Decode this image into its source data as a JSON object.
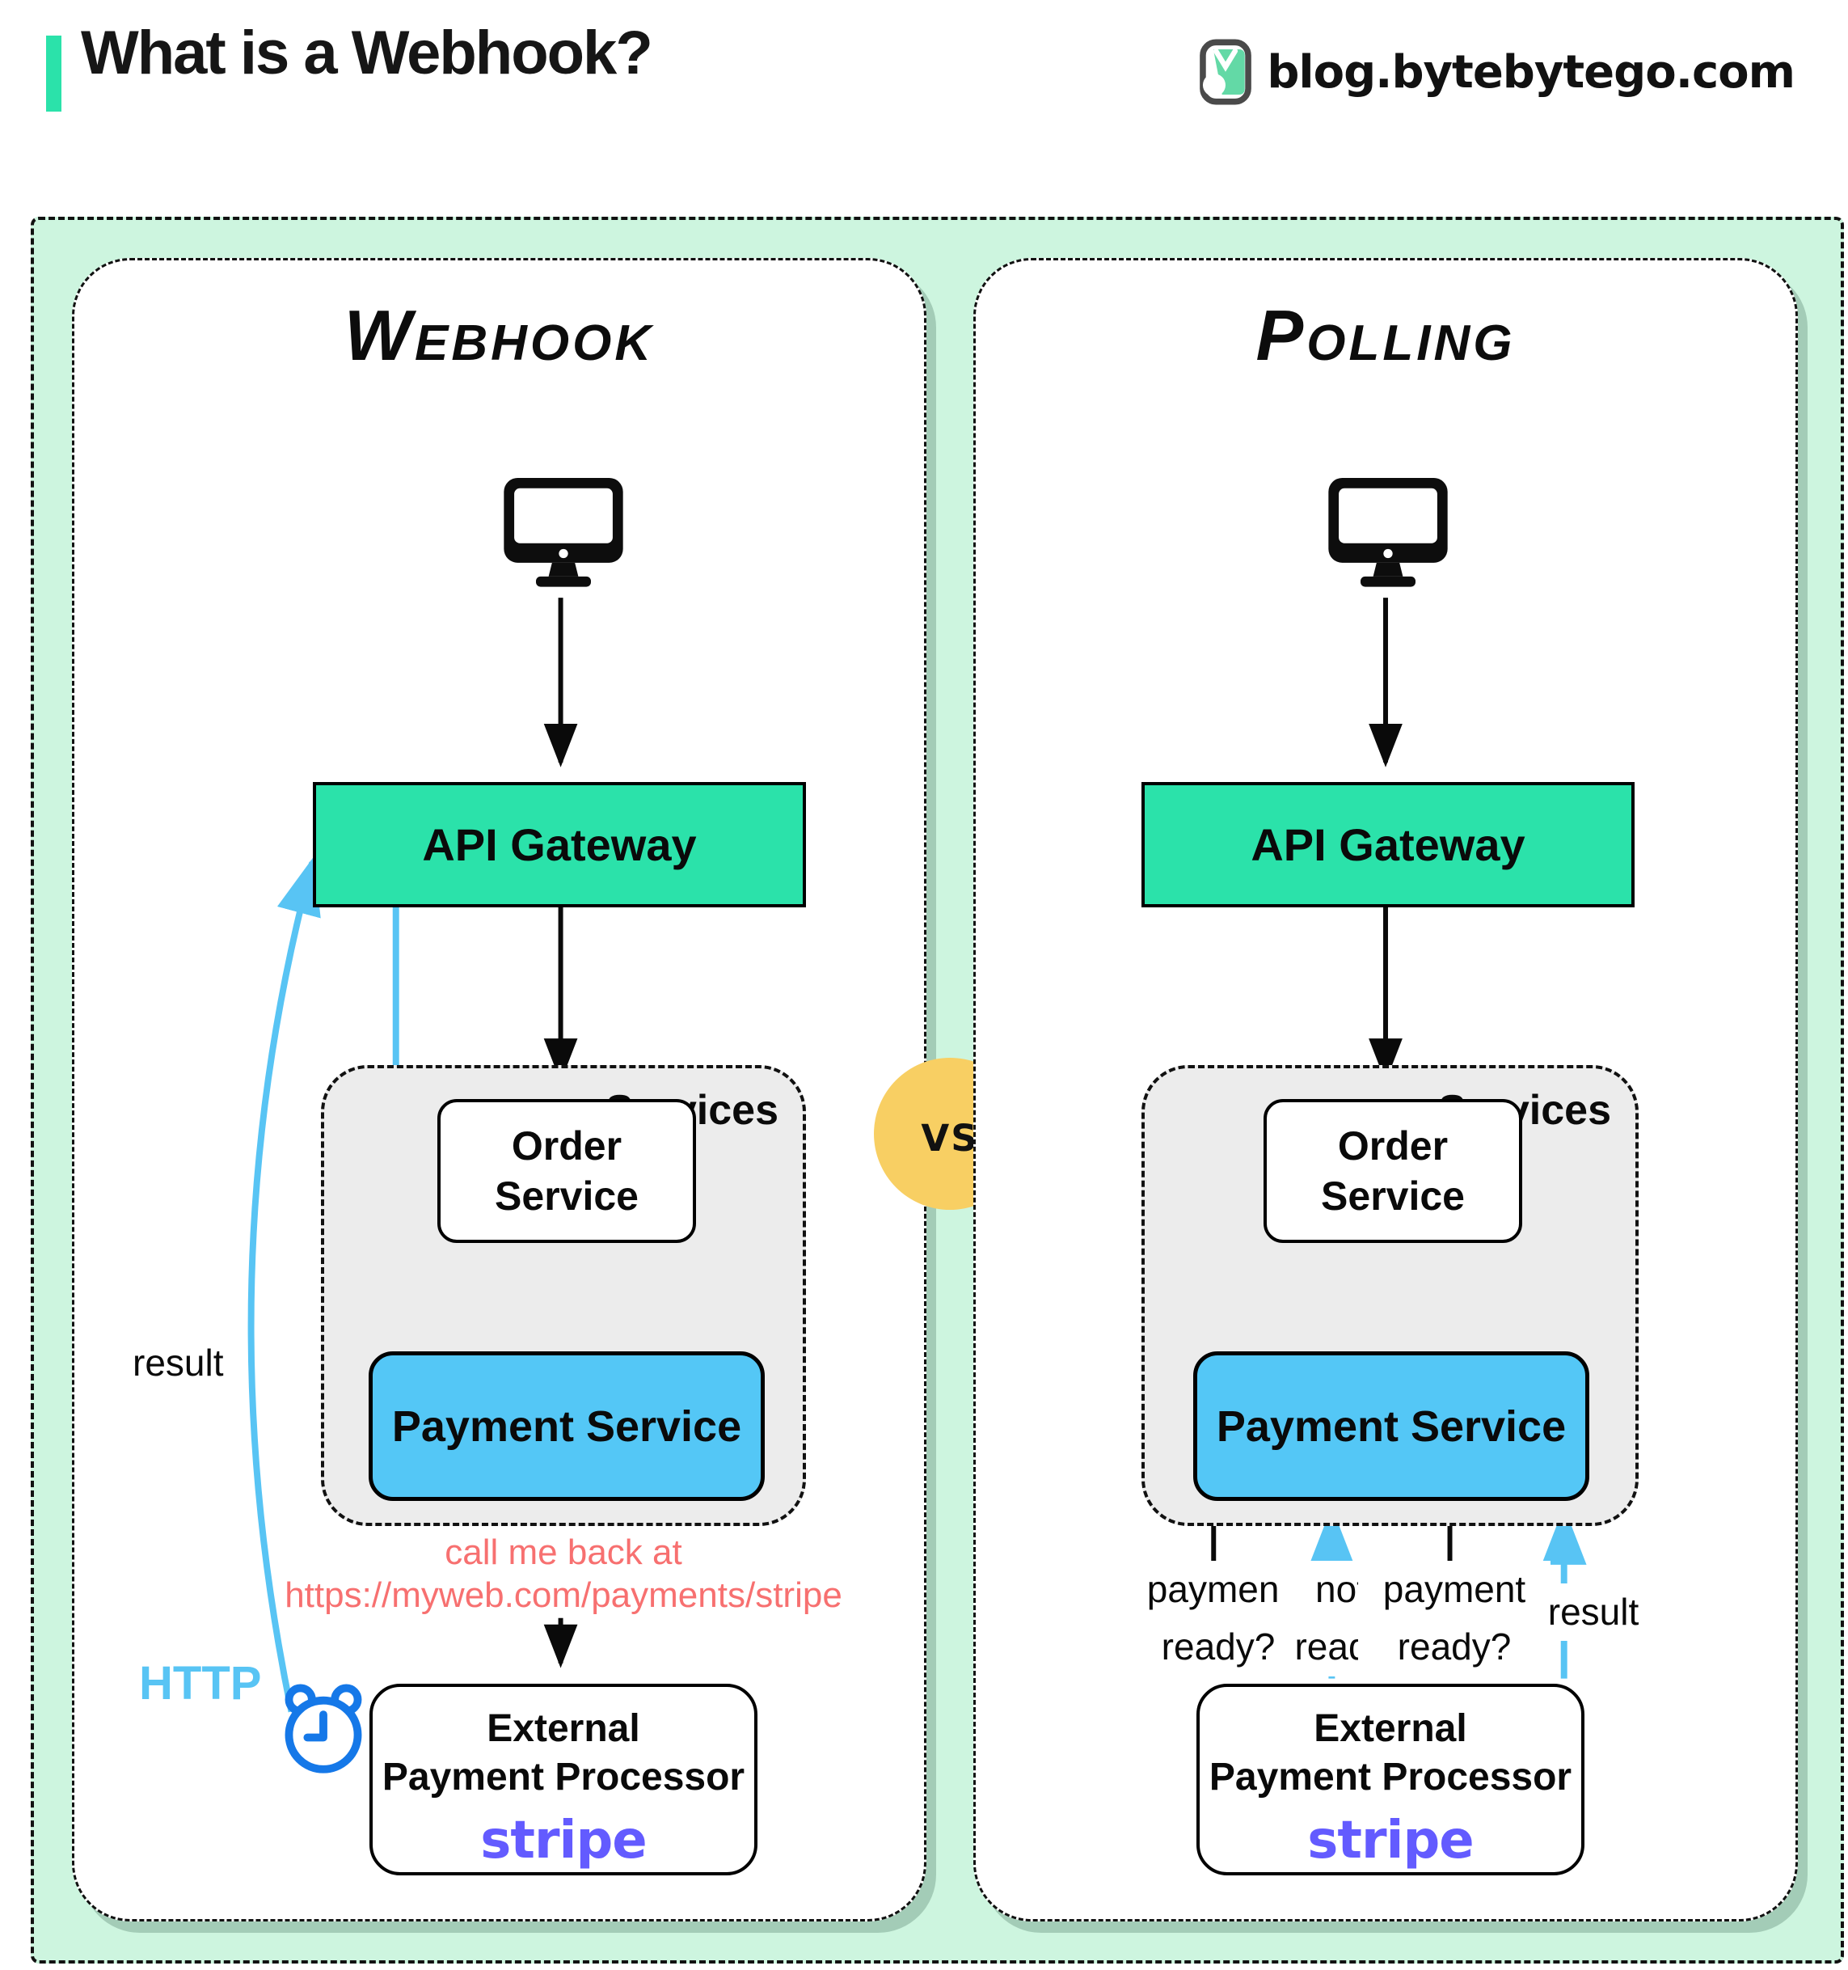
{
  "header": {
    "title": "What is a Webhook?",
    "site": "blog.bytebytego.com"
  },
  "vs_label": "VS",
  "webhook": {
    "title": "Webhook",
    "api_gateway": "API Gateway",
    "services": "Services",
    "order_service": "Order Service",
    "payment_service": "Payment Service",
    "callback_line1": "call me back at",
    "callback_line2": "https://myweb.com/payments/stripe",
    "result": "result",
    "http": "HTTP",
    "external_line1": "External",
    "external_line2": "Payment Processor",
    "brand": "stripe"
  },
  "polling": {
    "title": "Polling",
    "api_gateway": "API Gateway",
    "services": "Services",
    "order_service": "Order Service",
    "payment_service": "Payment Service",
    "labels": [
      "payment ready?",
      "not ready",
      "payment ready?",
      "result"
    ],
    "external_line1": "External",
    "external_line2": "Payment Processor",
    "brand": "stripe"
  },
  "colors": {
    "accent_teal": "#2BE2AA",
    "mint_background": "#CDF5DF",
    "payment_blue": "#54C7F6",
    "arrow_blue": "#58C4F4",
    "clock_blue": "#1578E8",
    "callback_salmon": "#F77070",
    "vs_yellow": "#F8CF63",
    "stripe_purple": "#635BFF"
  }
}
